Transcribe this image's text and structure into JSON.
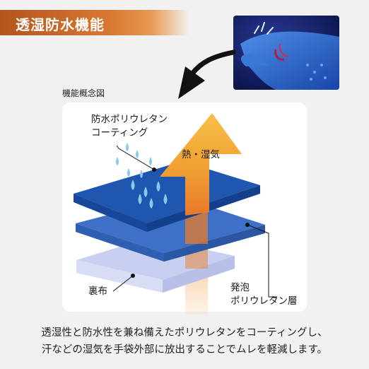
{
  "header": {
    "title": "透湿防水機能"
  },
  "diagram": {
    "title": "機能概念図",
    "labels": {
      "coating": [
        "防水ポリウレタン",
        "コーティング"
      ],
      "heat": "熱・湿気",
      "foam": [
        "発泡",
        "ポリウレタン層"
      ],
      "lining": "裏布"
    }
  },
  "caption": {
    "line1": "透湿性と防水性を兼ね備えたポリウレタンをコーティングし、",
    "line2": "汗などの湿気を手袋外部に放出することでムレを軽減します。"
  },
  "colors": {
    "header_orange": "#c8662a",
    "top_layer": "#1f5bb5",
    "mid_layer": "#3c6fc3",
    "lining_layer": "#c5ccef",
    "arrow_top": "#f6b43c",
    "arrow_bottom": "#e87a2a",
    "droplet": "#8cc6ec"
  }
}
